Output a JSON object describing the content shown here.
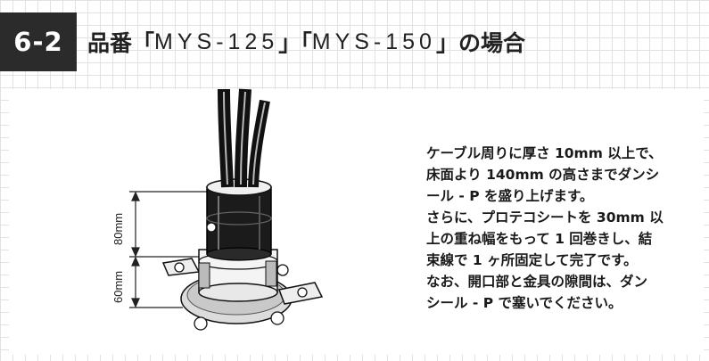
{
  "header": {
    "section_number": "6-2",
    "title_prefix": "品番「",
    "model_a": "MYS-125",
    "title_mid": "」「",
    "model_b": "MYS-150",
    "title_suffix": "」の場合"
  },
  "figure": {
    "dim_upper": "80mm",
    "dim_lower": "60mm"
  },
  "instructions": {
    "lines": [
      "ケーブル周りに厚さ 10mm 以上で、",
      "床面より 140mm の高さまでダンシ",
      "ール - P を盛り上げます。",
      "さらに、プロテコシートを 30mm 以",
      "上の重ね幅をもって 1 回巻きし、結",
      "束線で 1 ヶ所固定して完了です。",
      "なお、開口部と金具の隙間は、ダン",
      "シール - P で塞いでください。"
    ]
  }
}
